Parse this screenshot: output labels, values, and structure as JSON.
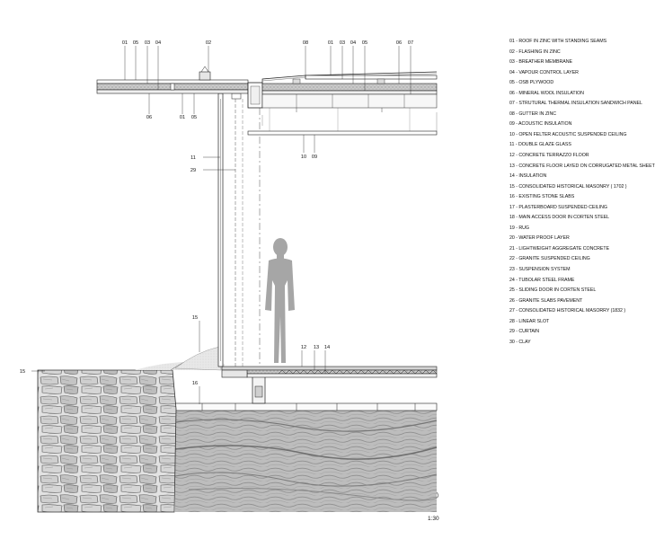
{
  "legend": [
    "01 - ROOF IN ZINC WITH STANDING SEAMS",
    "02 - FLASHING IN ZINC",
    "03 - BREATHER MEMBRANE",
    "04 - VAPOUR CONTROL LAYER",
    "05 - OSB PLYWOOD",
    "06 - MINERAL WOOL INSULATION",
    "07 - STRUTURAL THERMAL INSULATION SANDWICH PANEL",
    "08 - GUTTER IN ZINC",
    "09 - ACOUSTIC INSULATION",
    "10 - OPEN FELTER ACOUSTIC SUSPENDED CEILING",
    "11 - DOUBLE GLAZE GLASS",
    "12 - CONCRETE TERRAZZO FLOOR",
    "13 - CONCRETE FLOOR LAYED ON CORRUGATED METAL SHEET",
    "14 - INSULATION",
    "15 - CONSOLIDATED HISTORICAL MASONRY ( 1702 )",
    "16 - EXISTING STONE SLABS",
    "17 - PLASTERBOARD SUSPENDED CEILING",
    "18 - MAIN ACCESS DOOR IN CORTEN STEEL",
    "19 - RUG",
    "20 - WATER PROOF LAYER",
    "21 - LIGHTWEIGHT AGGREGATE CONCRETE",
    "22 - GRANITE SUSPENDED CEILING",
    "23 - SUSPENSION SYSTEM",
    "24 - TUBOLAR STEEL FRAME",
    "25 - SLIDING DOOR IN CORTEN STEEL",
    "26 - GRANITE SLABS PAVEMENT",
    "27 - CONSOLIDATED HISTORICAL MASORRY (1832 )",
    "28 - LINEAR SLOT",
    "29 - CURTAIN",
    "30 - CLAY"
  ],
  "callouts": {
    "roof_left_top": [
      "01",
      "05",
      "03",
      "04"
    ],
    "flashing": "02",
    "roof_left_bottom": [
      "06",
      "01",
      "05"
    ],
    "roof_right_top": [
      "08",
      "01",
      "03",
      "04",
      "05",
      "06",
      "07"
    ],
    "ceiling": [
      "10",
      "09"
    ],
    "wall": [
      "11",
      "29"
    ],
    "masonry_upper": "15",
    "masonry_left": "15",
    "slabs": "16",
    "floor": [
      "12",
      "13",
      "14"
    ]
  },
  "scale": "1:30"
}
